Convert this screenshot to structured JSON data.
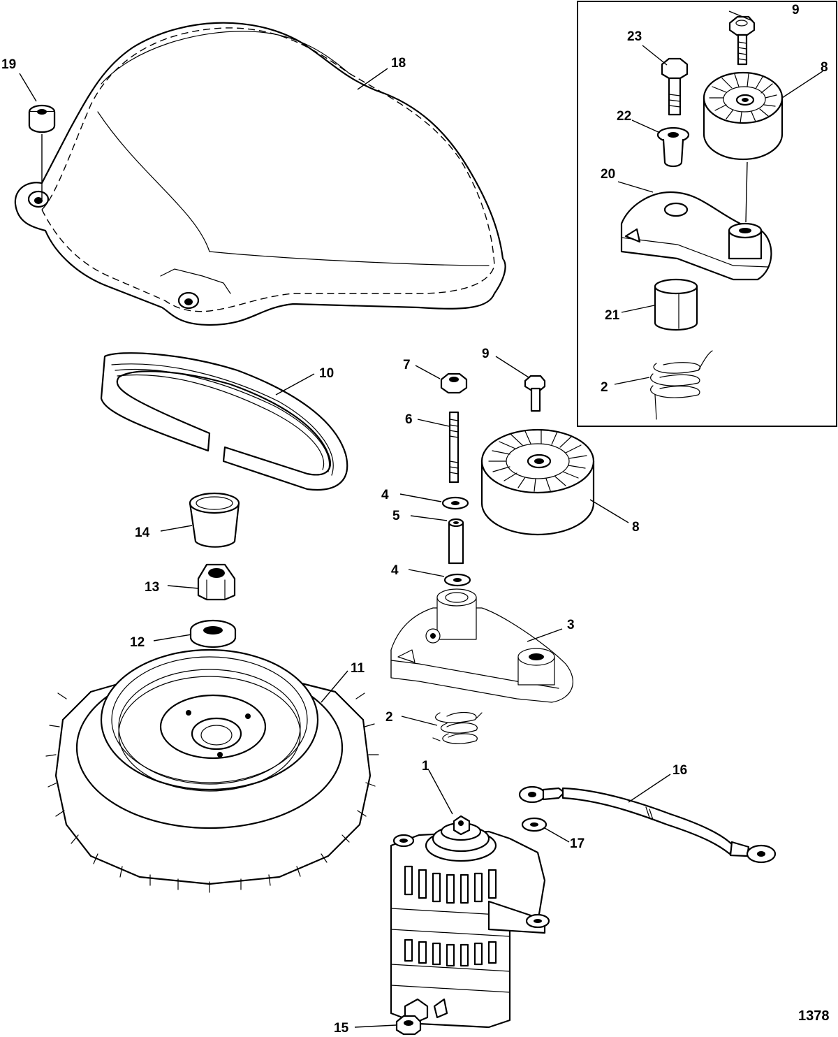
{
  "figure_number": "1378",
  "callouts": {
    "c1": "1",
    "c2": "2",
    "c2b": "2",
    "c3": "3",
    "c4": "4",
    "c4b": "4",
    "c5": "5",
    "c6": "6",
    "c7": "7",
    "c8": "8",
    "c8b": "8",
    "c9": "9",
    "c9b": "9",
    "c10": "10",
    "c11": "11",
    "c12": "12",
    "c13": "13",
    "c14": "14",
    "c15": "15",
    "c16": "16",
    "c17": "17",
    "c18": "18",
    "c19": "19",
    "c20": "20",
    "c21": "21",
    "c22": "22",
    "c23": "23"
  }
}
